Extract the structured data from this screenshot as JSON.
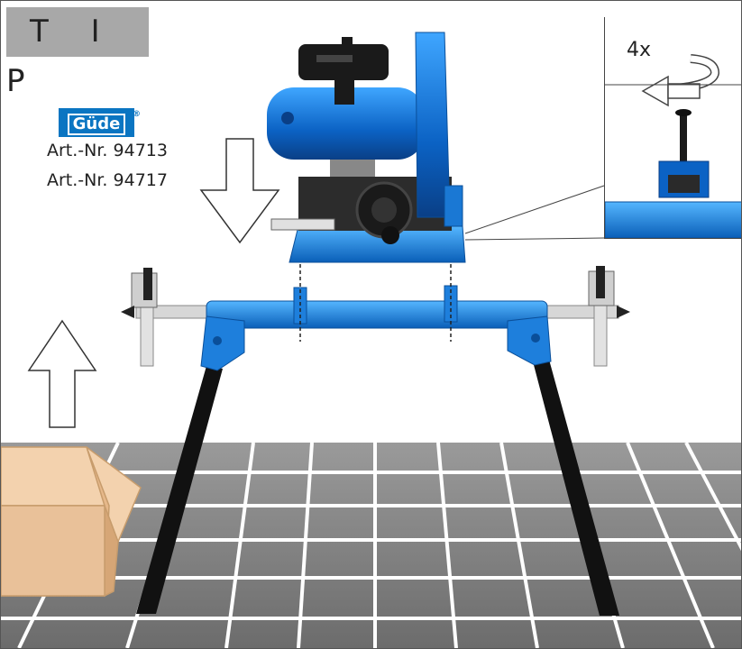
{
  "tip_label": "T I P",
  "brand": {
    "logo_text": "Güde",
    "registered_mark": "®",
    "color": "#0a75c2"
  },
  "article_numbers": [
    "Art.-Nr. 94713",
    "Art.-Nr. 94717"
  ],
  "inset": {
    "repeat_label": "4x",
    "icon": "rotate-arrow-icon"
  },
  "colors": {
    "tool_blue": "#1a78d4",
    "stand_blue": "#1e88e5",
    "floor_grey": "#777777",
    "box_tan": "#e9c199"
  }
}
